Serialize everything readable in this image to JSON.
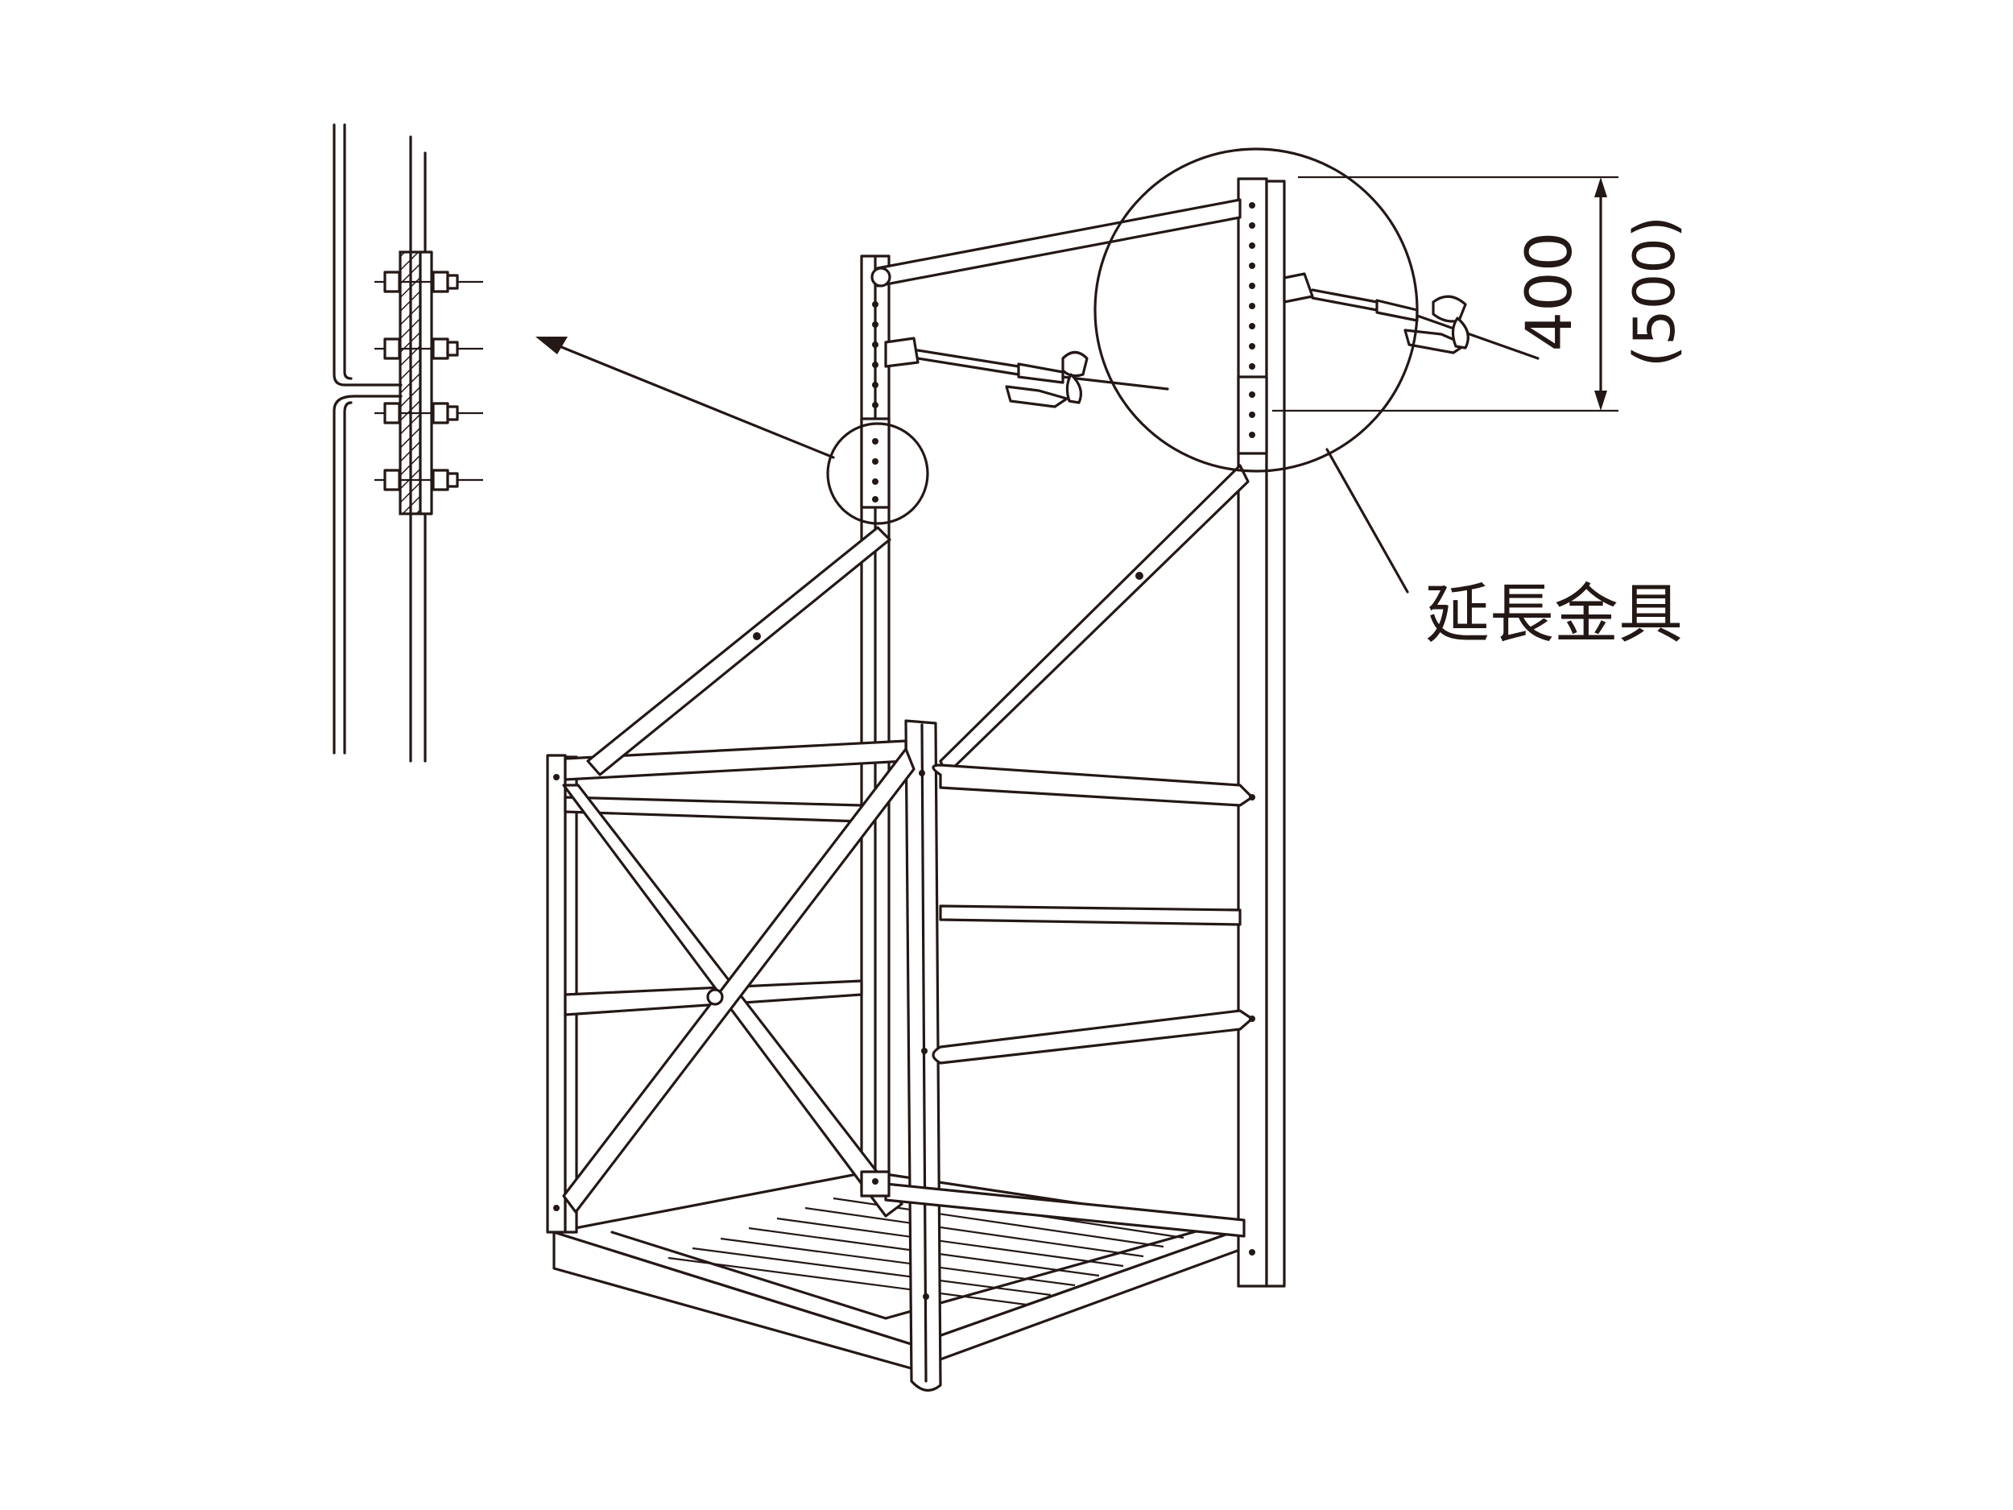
{
  "labels": {
    "dimension_primary": "400",
    "dimension_alternate": "(500)",
    "part_name": "延長金具"
  },
  "colors": {
    "ink": "#231815",
    "background": "#ffffff",
    "hatch": "#231815"
  }
}
